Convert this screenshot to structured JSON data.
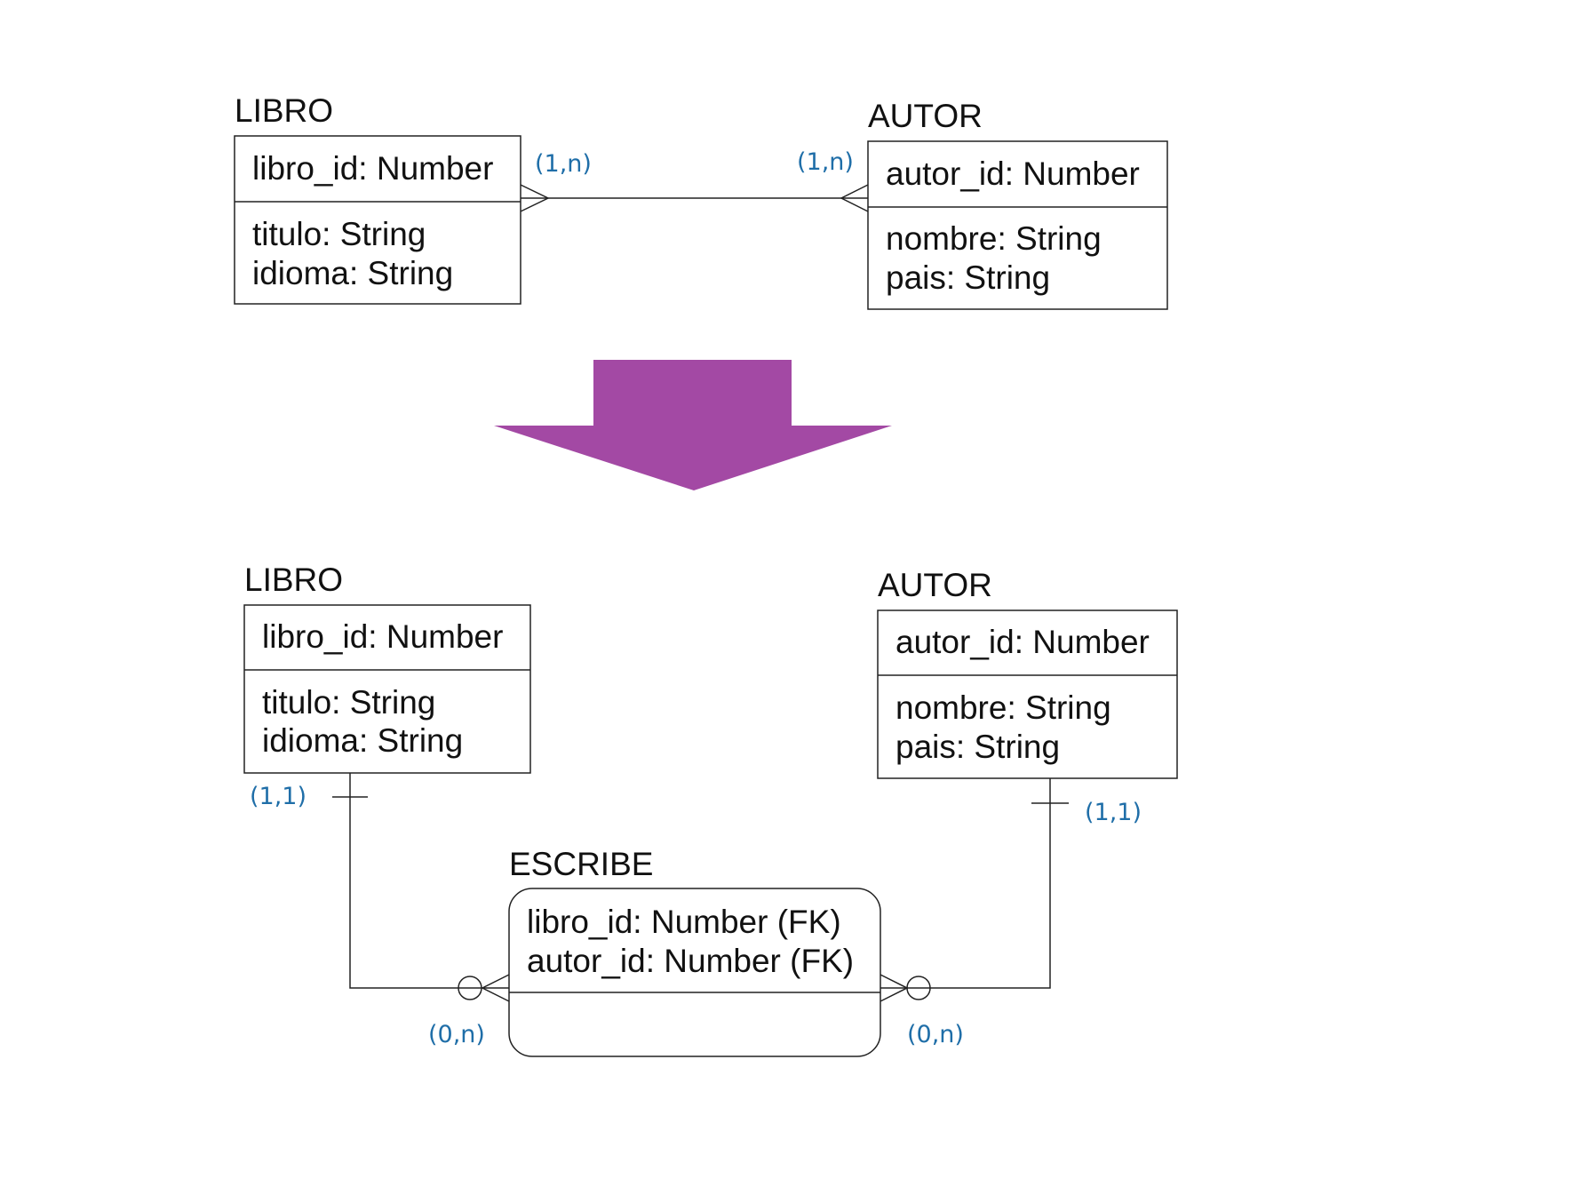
{
  "colors": {
    "arrow": "#a349a4",
    "cardinality": "#1f6ea8",
    "text": "#111111",
    "stroke": "#222222"
  },
  "top": {
    "libro": {
      "name": "LIBRO",
      "pk": "libro_id: Number",
      "attrs": [
        "titulo: String",
        "idioma: String"
      ]
    },
    "autor": {
      "name": "AUTOR",
      "pk": "autor_id: Number",
      "attrs": [
        "nombre: String",
        "pais: String"
      ]
    },
    "relation": {
      "card_libro": "(1,n)",
      "card_autor": "(1,n)"
    }
  },
  "transform_arrow": {
    "icon": "down-arrow-icon"
  },
  "bottom": {
    "libro": {
      "name": "LIBRO",
      "pk": "libro_id: Number",
      "attrs": [
        "titulo: String",
        "idioma: String"
      ],
      "card": "(1,1)"
    },
    "autor": {
      "name": "AUTOR",
      "pk": "autor_id: Number",
      "attrs": [
        "nombre: String",
        "pais: String"
      ],
      "card": "(1,1)"
    },
    "escribe": {
      "name": "ESCRIBE",
      "attrs": [
        "libro_id: Number (FK)",
        "autor_id: Number (FK)"
      ],
      "card_libro_side": "(0,n)",
      "card_autor_side": "(0,n)"
    }
  }
}
